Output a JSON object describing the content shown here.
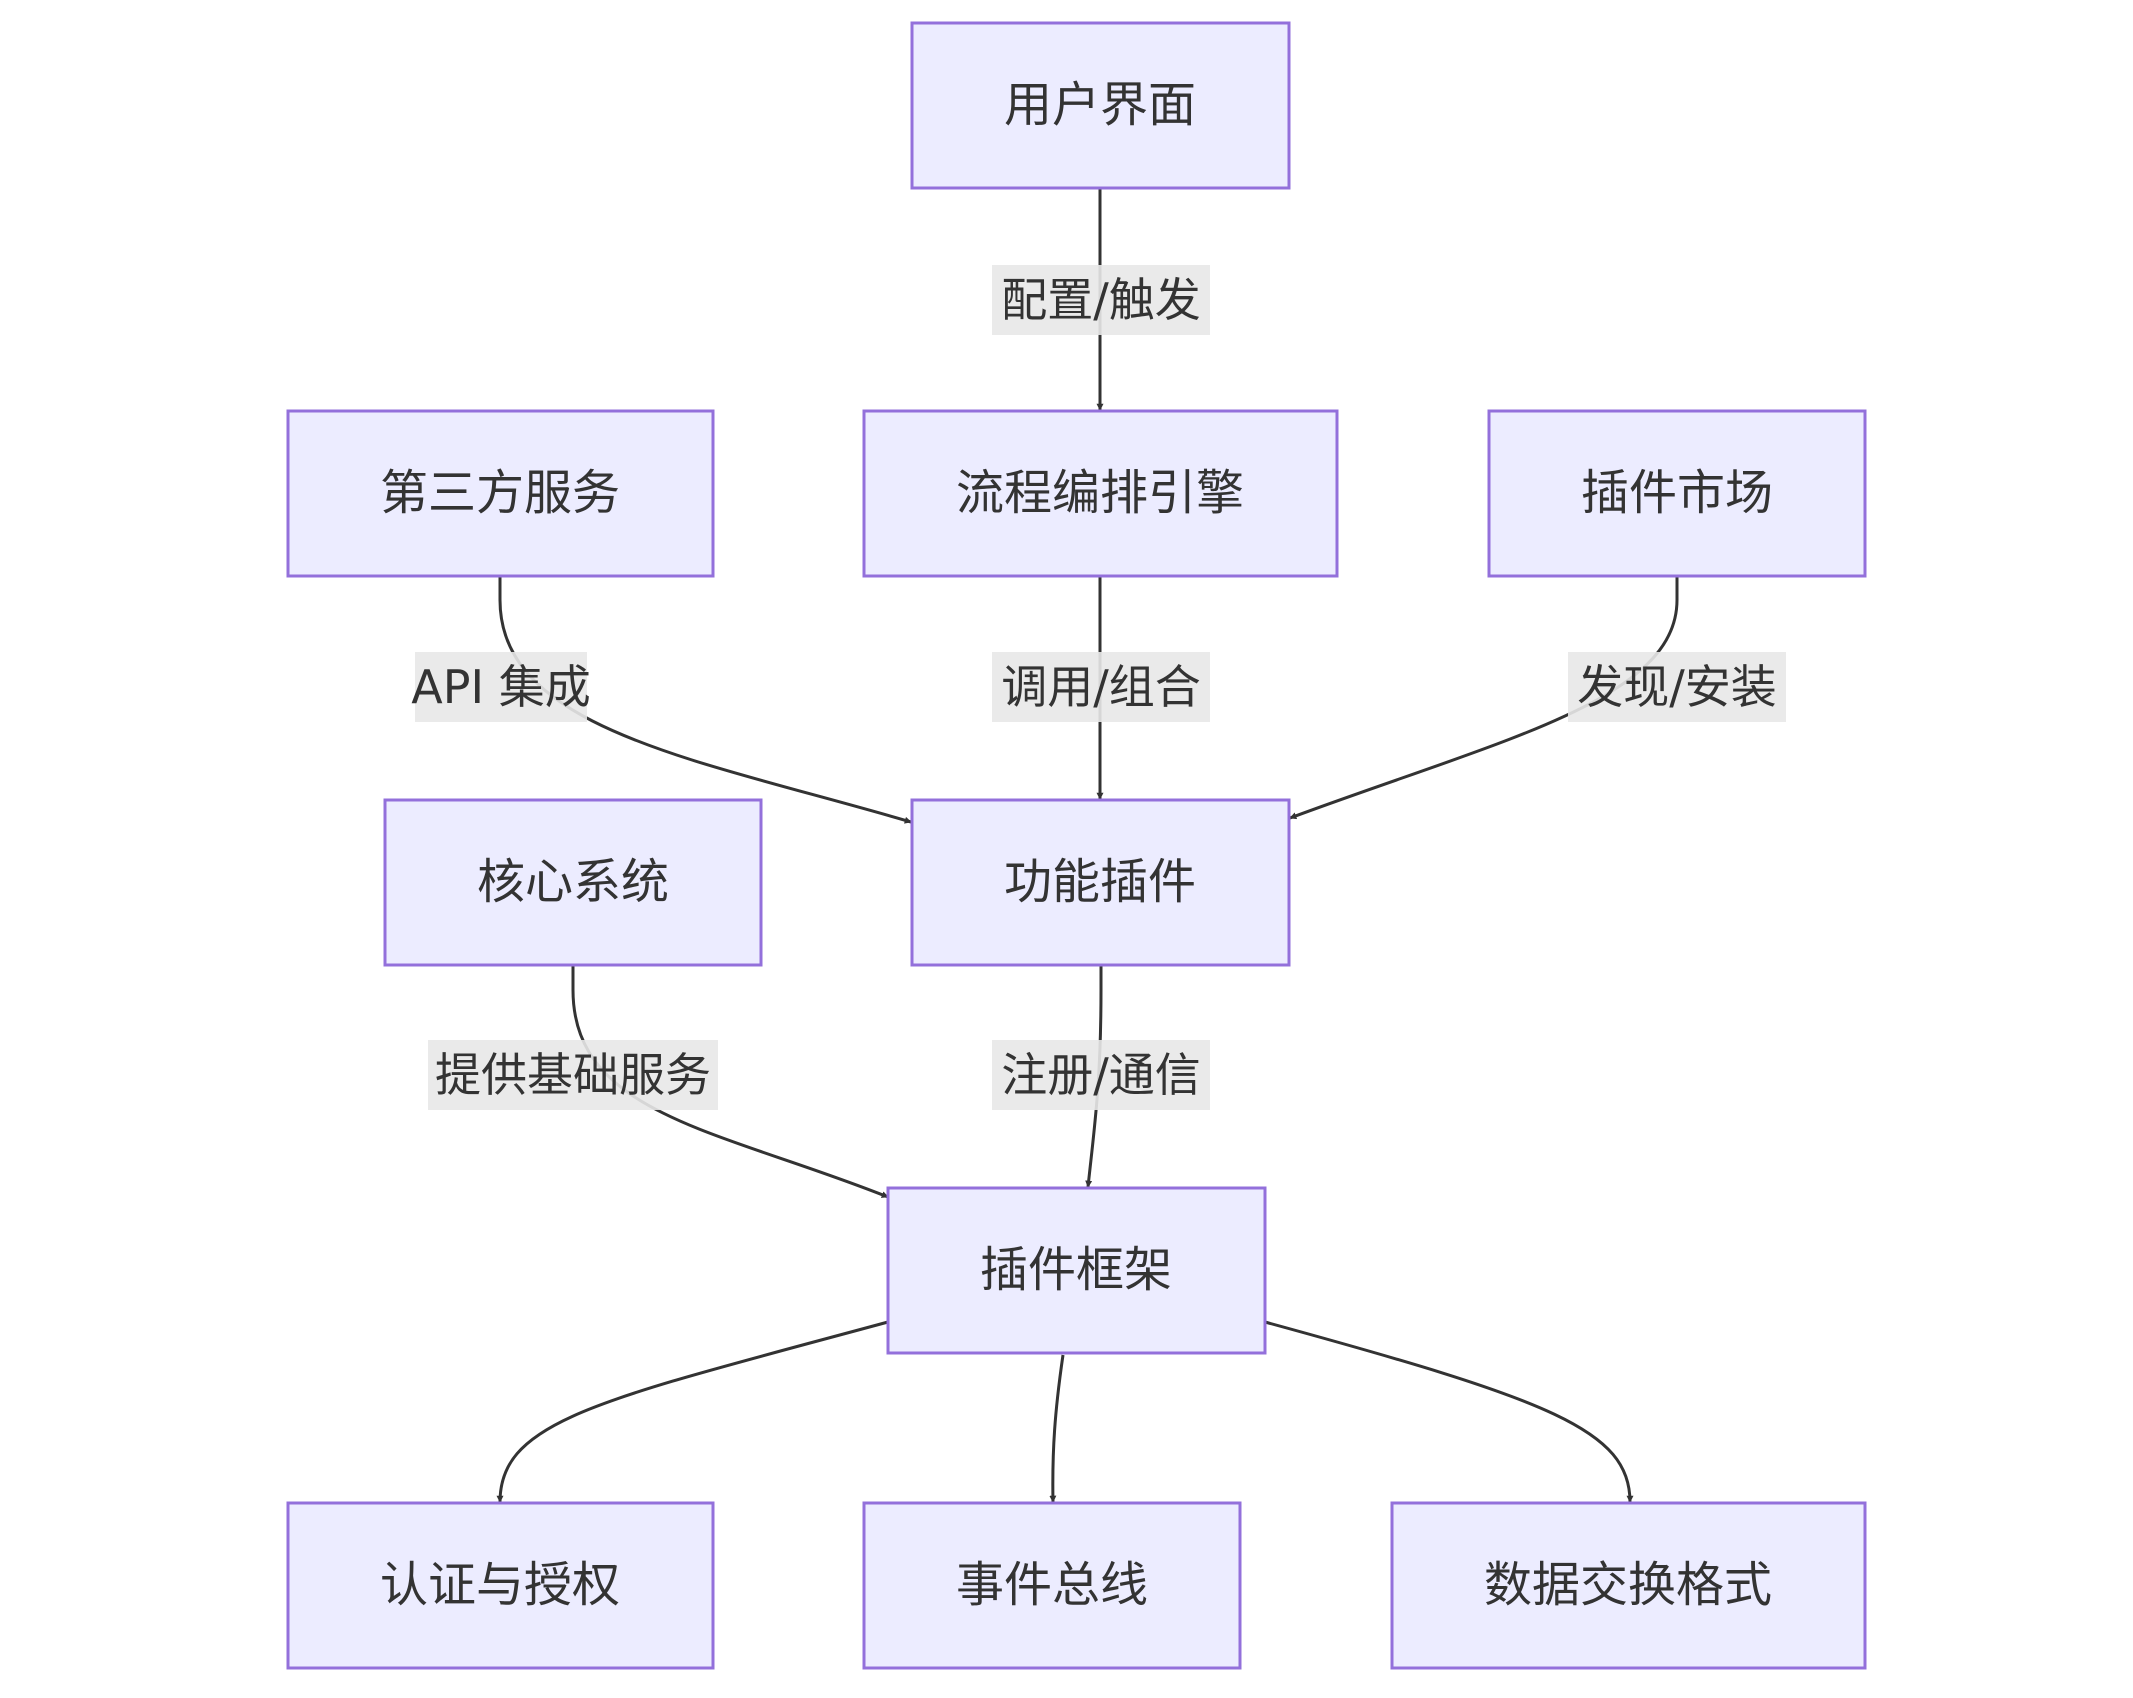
{
  "nodes": [
    {
      "id": "ui",
      "label": "用户界面"
    },
    {
      "id": "third",
      "label": "第三方服务"
    },
    {
      "id": "engine",
      "label": "流程编排引擎"
    },
    {
      "id": "market",
      "label": "插件市场"
    },
    {
      "id": "core",
      "label": "核心系统"
    },
    {
      "id": "plugin",
      "label": "功能插件"
    },
    {
      "id": "framework",
      "label": "插件框架"
    },
    {
      "id": "auth",
      "label": "认证与授权"
    },
    {
      "id": "bus",
      "label": "事件总线"
    },
    {
      "id": "format",
      "label": "数据交换格式"
    }
  ],
  "edges": [
    {
      "id": "ui-engine",
      "from": "ui",
      "to": "engine",
      "label": "配置/触发"
    },
    {
      "id": "third-plugin",
      "from": "third",
      "to": "plugin",
      "label": "API 集成"
    },
    {
      "id": "engine-plugin",
      "from": "engine",
      "to": "plugin",
      "label": "调用/组合"
    },
    {
      "id": "market-plugin",
      "from": "market",
      "to": "plugin",
      "label": "发现/安装"
    },
    {
      "id": "core-framework",
      "from": "core",
      "to": "framework",
      "label": "提供基础服务"
    },
    {
      "id": "plugin-framework",
      "from": "plugin",
      "to": "framework",
      "label": "注册/通信"
    },
    {
      "id": "framework-auth",
      "from": "framework",
      "to": "auth",
      "label": ""
    },
    {
      "id": "framework-bus",
      "from": "framework",
      "to": "bus",
      "label": ""
    },
    {
      "id": "framework-format",
      "from": "framework",
      "to": "format",
      "label": ""
    }
  ]
}
